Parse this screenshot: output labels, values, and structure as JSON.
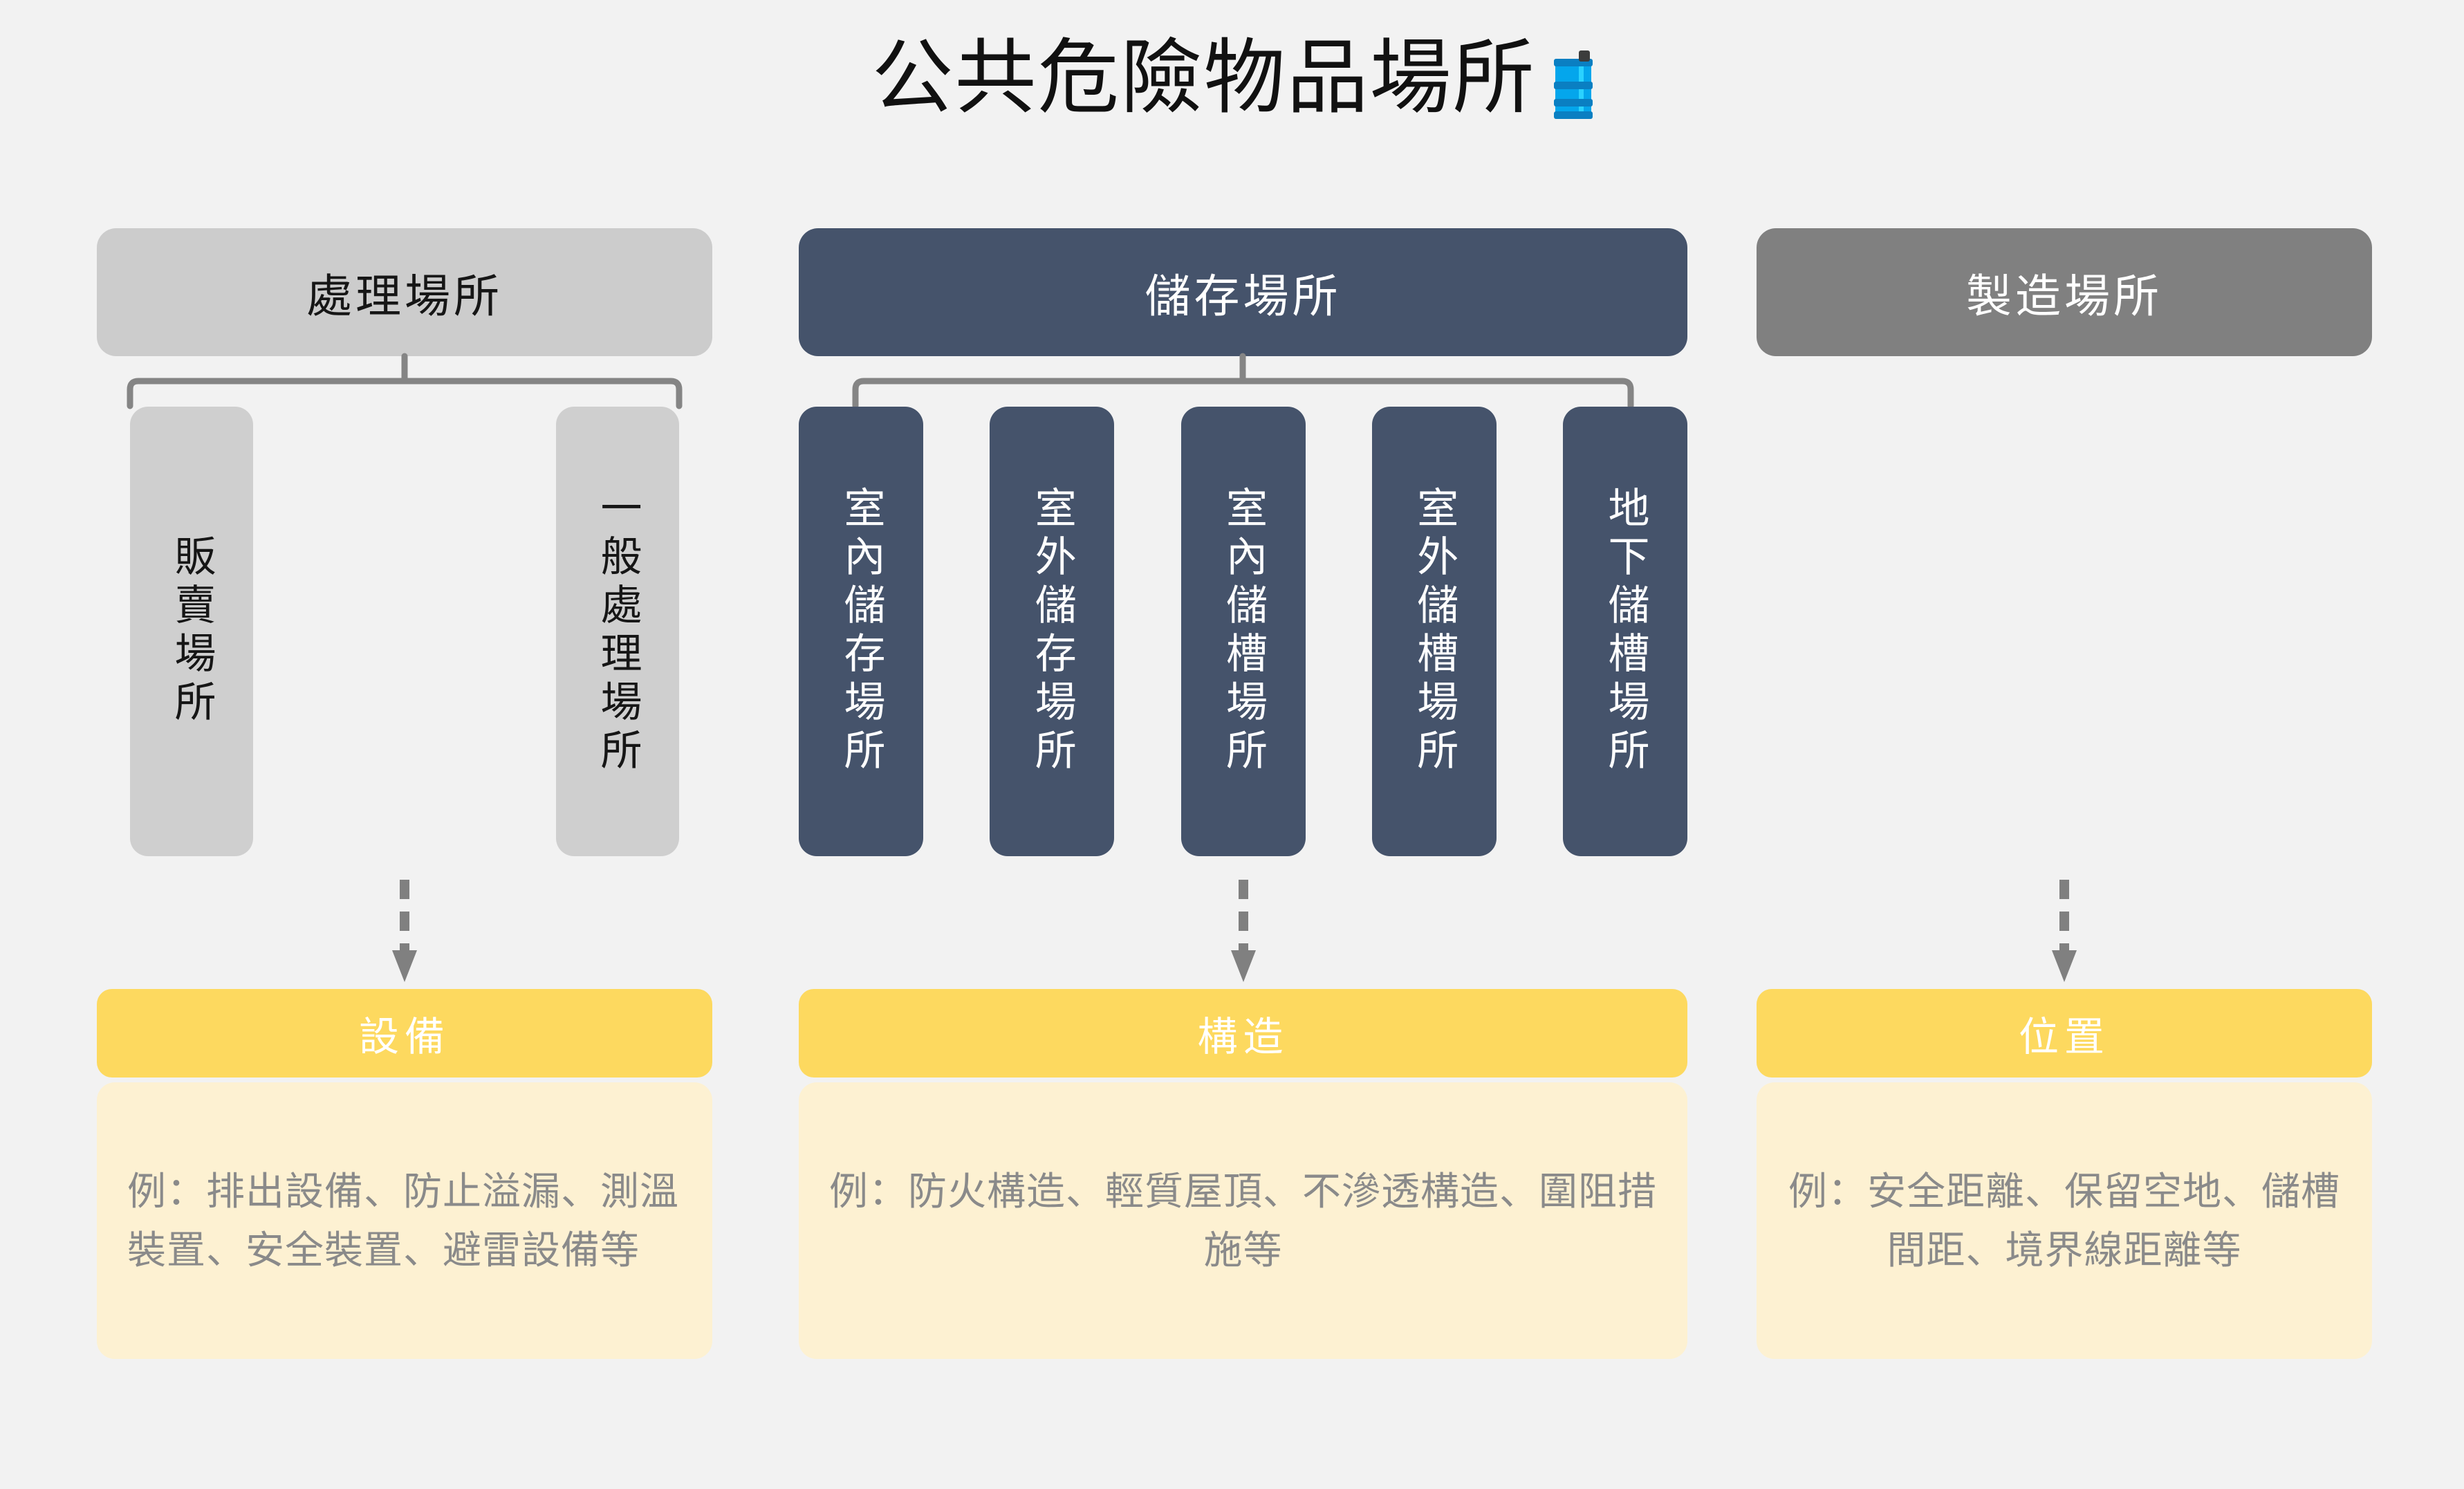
{
  "title": {
    "text": "公共危險物品場所",
    "icon": "oil-drum-icon"
  },
  "colors": {
    "background": "#f2f2f2",
    "gray_light": "#cccccc",
    "gray_mid": "#808080",
    "slate": "#45536b",
    "yellow": "#fdd95f",
    "pale_yellow": "#fdf1d2",
    "connector_gray": "#858585",
    "example_text": "#8a8a8a"
  },
  "columns": [
    {
      "id": "processing",
      "header": "處理場所",
      "header_style": "gray-light",
      "children": [
        {
          "label": "販賣場所"
        },
        {
          "label": "一般處理場所"
        }
      ],
      "attribute": "設備",
      "example": "例：排出設備、防止溢漏、測溫裝置、安全裝置、避雷設備等"
    },
    {
      "id": "storage",
      "header": "儲存場所",
      "header_style": "slate",
      "children": [
        {
          "label": "室內儲存場所"
        },
        {
          "label": "室外儲存場所"
        },
        {
          "label": "室內儲槽場所"
        },
        {
          "label": "室外儲槽場所"
        },
        {
          "label": "地下儲槽場所"
        }
      ],
      "attribute": "構造",
      "example": "例：防火構造、輕質屋頂、不滲透構造、圍阻措施等"
    },
    {
      "id": "manufacturing",
      "header": "製造場所",
      "header_style": "gray-mid",
      "children": [],
      "attribute": "位置",
      "example": "例：安全距離、保留空地、儲槽間距、境界線距離等"
    }
  ]
}
